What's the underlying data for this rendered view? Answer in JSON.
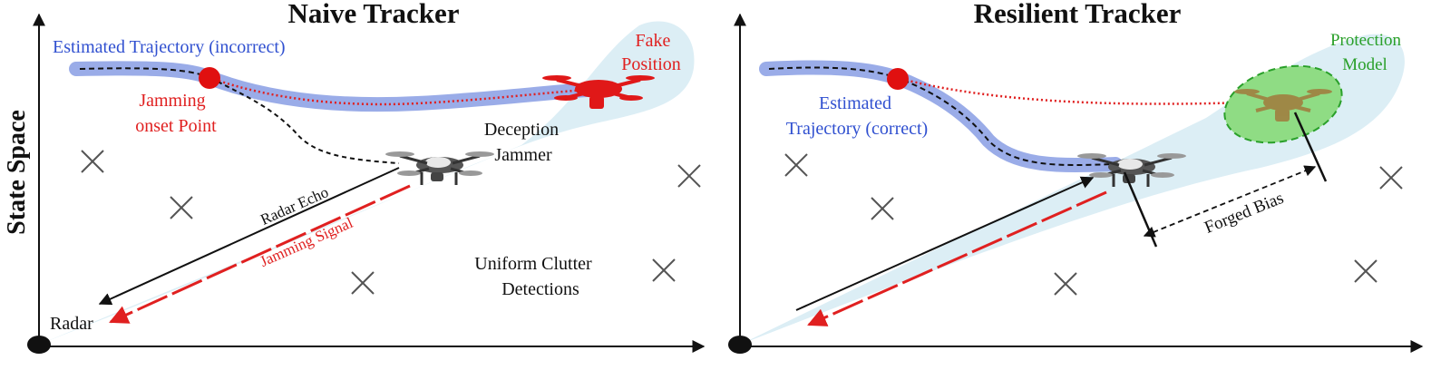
{
  "y_axis_label": "State Space",
  "left_panel": {
    "title": "Naive Tracker",
    "labels": {
      "estimated_trajectory": "Estimated Trajectory (incorrect)",
      "fake_position_line1": "Fake",
      "fake_position_line2": "Position",
      "jamming_onset_line1": "Jamming",
      "jamming_onset_line2": "onset Point",
      "deception_jammer_line1": "Deception",
      "deception_jammer_line2": "Jammer",
      "radar_echo": "Radar Echo",
      "jamming_signal": "Jamming Signal",
      "uniform_clutter_line1": "Uniform Clutter",
      "uniform_clutter_line2": "Detections",
      "radar": "Radar"
    },
    "icons": [
      "drone-icon",
      "fake-drone-icon",
      "radar-icon",
      "clutter-x-icon"
    ]
  },
  "right_panel": {
    "title": "Resilient Tracker",
    "labels": {
      "estimated_trajectory_line1": "Estimated",
      "estimated_trajectory_line2": "Trajectory (correct)",
      "protection_model_line1": "Protection",
      "protection_model_line2": "Model",
      "forged_bias": "Forged Bias"
    },
    "icons": [
      "drone-icon",
      "protected-fake-drone-icon",
      "radar-icon",
      "clutter-x-icon"
    ]
  },
  "colors": {
    "trajectory_band": "#8fa3e6",
    "beam": "#dceef5",
    "jamming": "#e02020",
    "text_blue": "#3050d0",
    "protection_fill": "#8fdc84",
    "protection_edge": "#2aa02a",
    "fake_drone": "#e01818",
    "protected_drone": "#a08040"
  }
}
